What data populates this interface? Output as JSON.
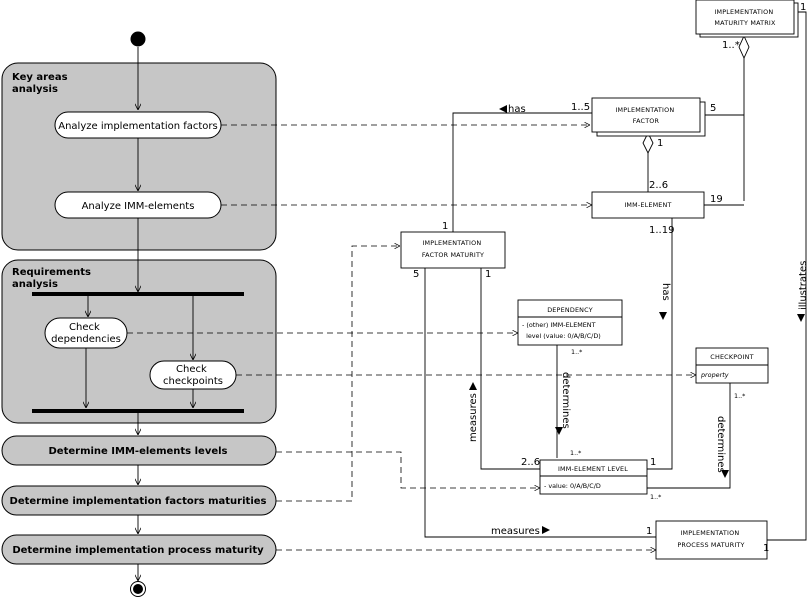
{
  "activity": {
    "partitions": {
      "key_areas": "Key areas\nanalysis",
      "requirements": "Requirements\nanalysis"
    },
    "actions": {
      "analyze_factors": "Analyze implementation factors",
      "analyze_elements": "Analyze IMM-elements",
      "check_dependencies": "Check\ndependencies",
      "check_checkpoints": "Check\ncheckpoints",
      "determine_levels": "Determine IMM-elements levels",
      "determine_factor_maturities": "Determine implementation factors maturities",
      "determine_process_maturity": "Determine implementation process maturity"
    }
  },
  "classes": {
    "matrix": {
      "name": "IMPLEMENTATION\nMATURITY MATRIX"
    },
    "factor": {
      "name": "IMPLEMENTATION\nFACTOR"
    },
    "element": {
      "name": "IMM-ELEMENT"
    },
    "factor_maturity": {
      "name": "IMPLEMENTATION\nFACTOR MATURITY"
    },
    "dependency": {
      "name": "DEPENDENCY",
      "attribute": "- (other) IMM-ELEMENT\n  level (value: 0/A/B/C/D)"
    },
    "checkpoint": {
      "name": "CHECKPOINT",
      "attribute": "property"
    },
    "element_level": {
      "name": "IMM-ELEMENT LEVEL",
      "attribute": "- value: 0/A/B/C/D"
    },
    "process_maturity": {
      "name": "IMPLEMENTATION\nPROCESS MATURITY"
    }
  },
  "roles": {
    "has_factor": "has",
    "has_element": "has",
    "determines_dep": "determines",
    "determines_cp": "determines",
    "measures_v": "measures",
    "measures_h": "measures",
    "illustrates": "illustrates"
  },
  "multiplicities": {
    "matrix_top": "1",
    "matrix_comp": "1..*",
    "factor_has": "1..5",
    "factor_right": "5",
    "factor_comp": "1",
    "element_top": "2..6",
    "element_right": "19",
    "element_bottom": "1..19",
    "fm_top": "1",
    "fm_bl": "5",
    "fm_br": "1",
    "dep_bottom": "1..*",
    "level_top": "1..*",
    "level_left": "2..6",
    "level_right": "1",
    "level_br": "1..*",
    "cp_bottom": "1..*",
    "pm_left": "1",
    "pm_right": "1"
  }
}
